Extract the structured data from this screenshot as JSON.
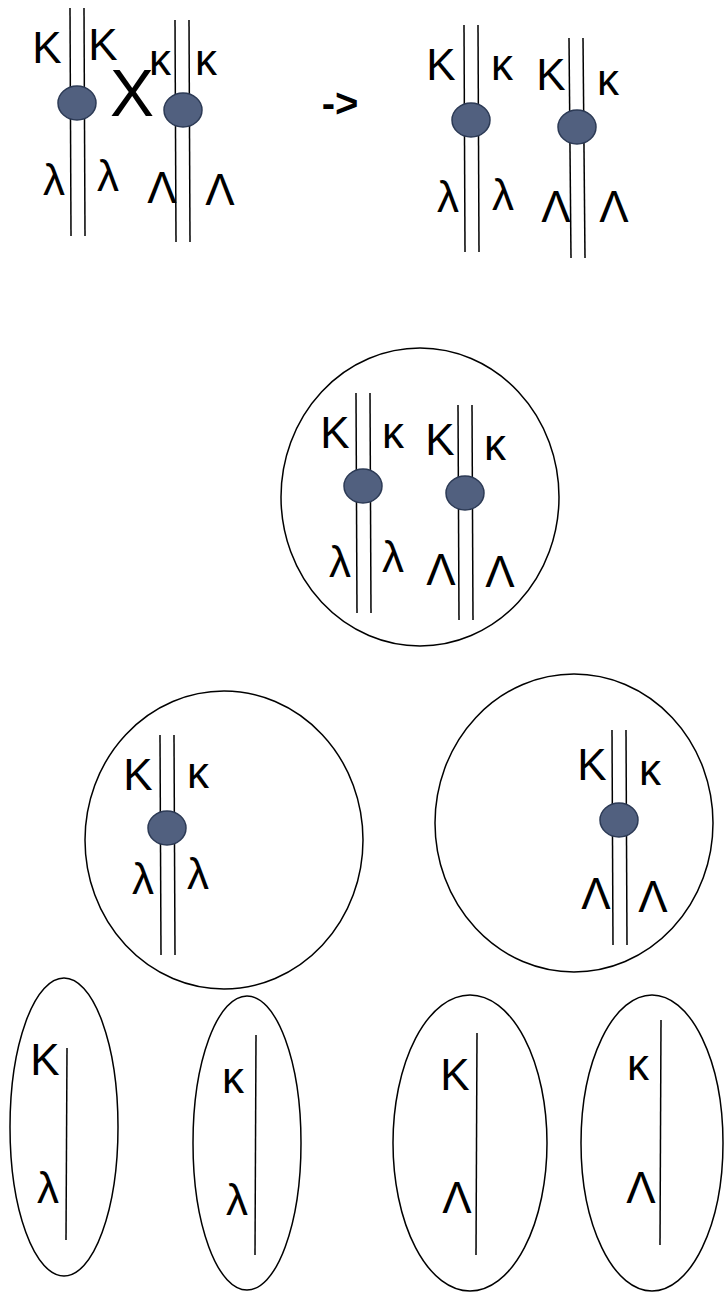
{
  "diagram": {
    "nodes": [
      {
        "text": [
          "K",
          "κ",
          "K",
          "κ",
          "λ",
          "λ",
          "Λ",
          "Λ"
        ]
      },
      {
        "text": [
          "K",
          "κ",
          "λ",
          "λ"
        ]
      },
      {
        "text": [
          "K",
          "κ",
          "Λ",
          "Λ"
        ]
      },
      {
        "text": [
          "K",
          "λ"
        ]
      },
      {
        "text": [
          "κ",
          "λ"
        ]
      },
      {
        "text": [
          "K",
          "Λ"
        ]
      },
      {
        "text": [
          "κ",
          "Λ"
        ]
      }
    ],
    "labels": [
      "K",
      "K",
      "κ",
      "κ",
      "λ",
      "λ",
      "Λ",
      "Λ",
      "X",
      "->",
      "K",
      "κ",
      "K",
      "κ",
      "λ",
      "λ",
      "Λ",
      "Λ"
    ]
  }
}
